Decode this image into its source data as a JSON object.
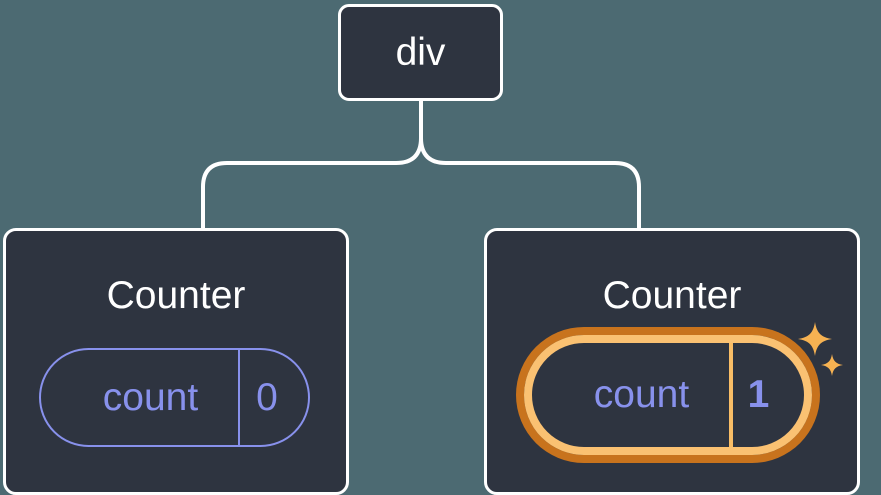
{
  "diagram": {
    "description": "React component tree diagram: a div root with two Counter children and their count state pills",
    "root": {
      "label": "div"
    },
    "children": [
      {
        "title": "Counter",
        "state": {
          "key": "count",
          "value": "0"
        },
        "highlighted": false
      },
      {
        "title": "Counter",
        "state": {
          "key": "count",
          "value": "1"
        },
        "highlighted": true
      }
    ]
  },
  "icons": {
    "sparkles": "sparkles-icon"
  },
  "colors": {
    "background": "#4C6A72",
    "node_fill": "#2E3440",
    "node_border": "#FFFFFF",
    "connector": "#FFFFFF",
    "node_text": "#FFFFFF",
    "state_accent_purple": "#8891EC",
    "highlight_ring_outer": "#C8731D",
    "highlight_ring_inner": "#FAC172",
    "highlight_divider": "#F9BD66",
    "sparkle": "#F6B252"
  }
}
